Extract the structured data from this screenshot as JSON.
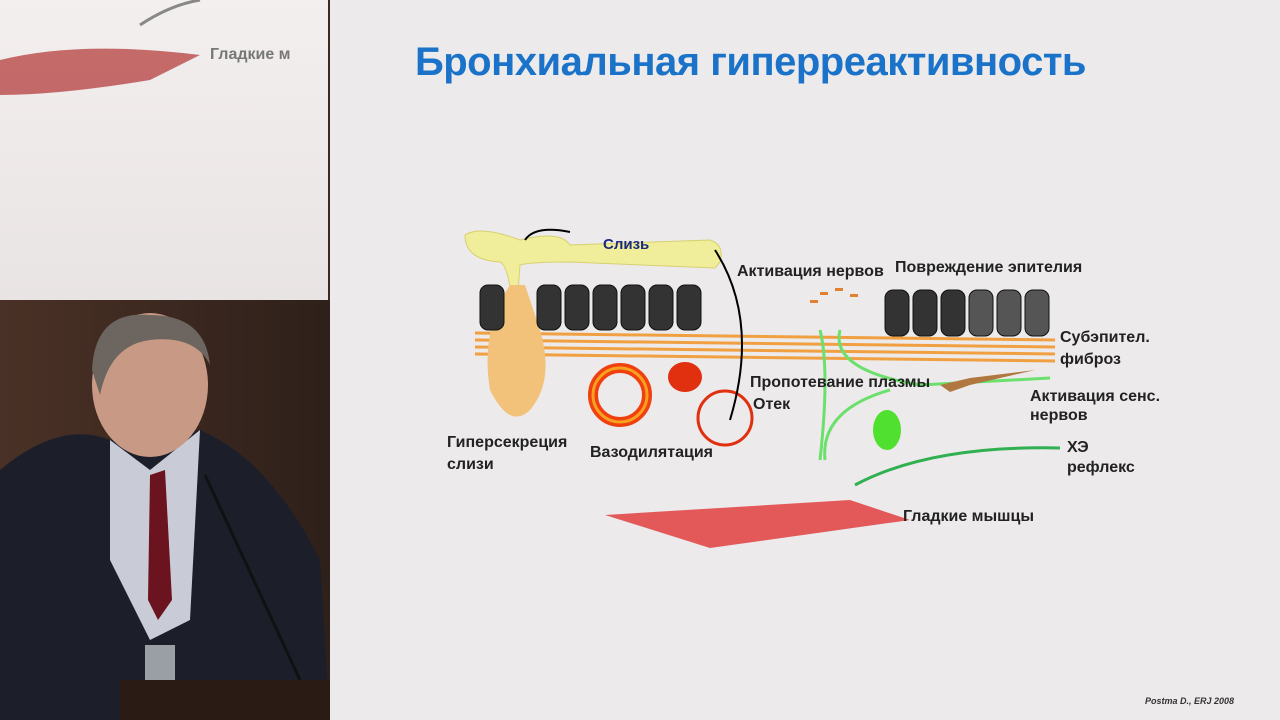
{
  "slide": {
    "title": "Бронхиальная гиперреактивность",
    "labels": {
      "mucus": "Слизь",
      "nerve_activation": "Активация нервов",
      "epithelial_damage": "Повреждение эпителия",
      "fibrosis_1": "Субэпител.",
      "fibrosis_2": "фиброз",
      "plasma": "Пропотевание плазмы",
      "edema": "Отек",
      "sens_nerves_1": "Активация сенс.",
      "sens_nerves_2": "нервов",
      "reflex_1": "ХЭ",
      "reflex_2": "рефлекс",
      "hypersecretion_1": "Гиперсекреция",
      "hypersecretion_2": "слизи",
      "vasodilation": "Вазодилятация",
      "smooth_muscle": "Гладкие мышцы"
    },
    "citation": "Postma D., ERJ 2008"
  },
  "background_screen": {
    "partial_label": "Гладкие м"
  }
}
